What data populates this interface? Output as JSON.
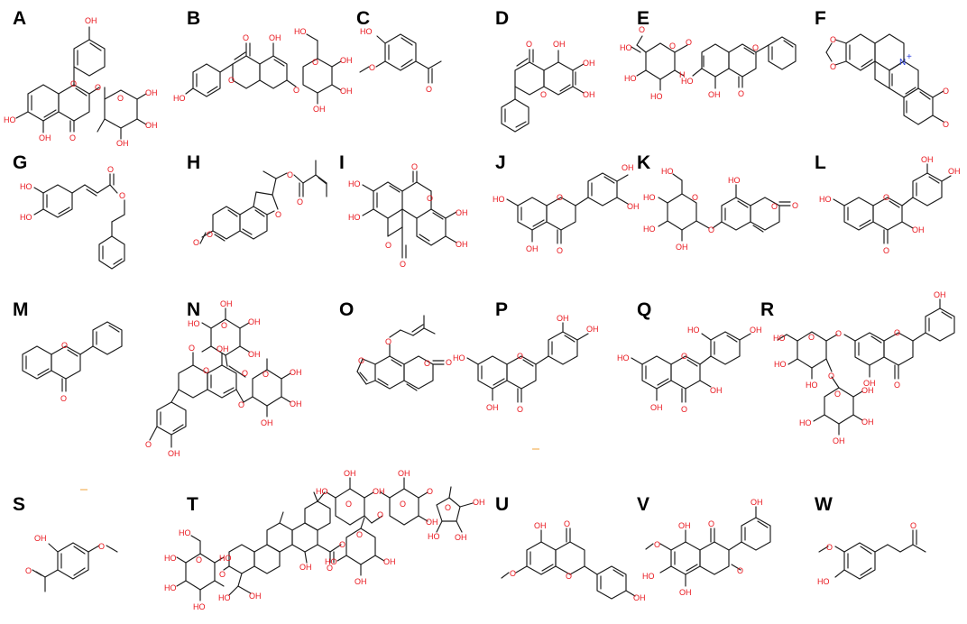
{
  "panels": [
    {
      "label": "A"
    },
    {
      "label": "B"
    },
    {
      "label": "C"
    },
    {
      "label": "D"
    },
    {
      "label": "E"
    },
    {
      "label": "F"
    },
    {
      "label": "G"
    },
    {
      "label": "H"
    },
    {
      "label": "I"
    },
    {
      "label": "J"
    },
    {
      "label": "K"
    },
    {
      "label": "L"
    },
    {
      "label": "M"
    },
    {
      "label": "N"
    },
    {
      "label": "O"
    },
    {
      "label": "P"
    },
    {
      "label": "Q"
    },
    {
      "label": "R"
    },
    {
      "label": "S"
    },
    {
      "label": "T"
    },
    {
      "label": "U"
    },
    {
      "label": "V"
    },
    {
      "label": "W"
    }
  ],
  "atoms": {
    "hydroxyl": "OH",
    "hydroxyl_left": "HO",
    "hydroxyl_h": "H",
    "oxygen": "O",
    "nitrogen": "N",
    "charge_plus": "+"
  },
  "colors": {
    "heteroatom": "#e8141b",
    "nitrogen": "#2a3fe0",
    "bond": "#1a1a1a"
  }
}
